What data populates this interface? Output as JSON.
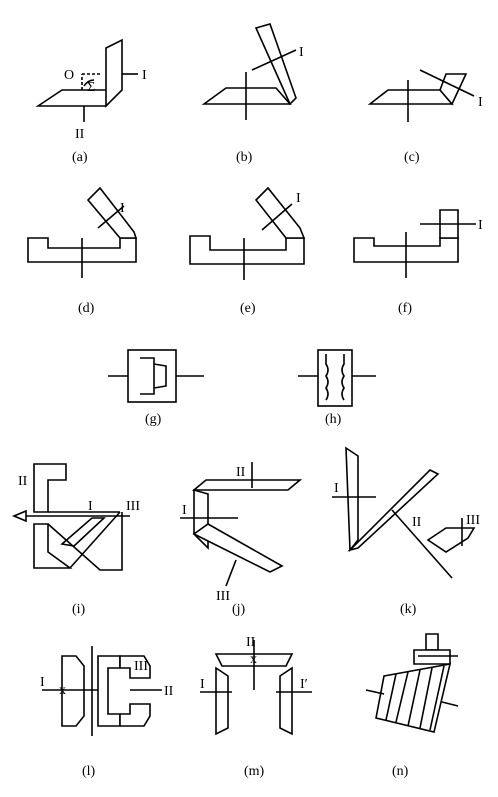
{
  "panels": [
    {
      "id": "a",
      "caption": "(a)",
      "labels": [
        "O",
        "Σ",
        "I",
        "II"
      ]
    },
    {
      "id": "b",
      "caption": "(b)",
      "labels": [
        "I"
      ]
    },
    {
      "id": "c",
      "caption": "(c)",
      "labels": [
        "I"
      ]
    },
    {
      "id": "d",
      "caption": "(d)",
      "labels": [
        "I"
      ]
    },
    {
      "id": "e",
      "caption": "(e)",
      "labels": [
        "I"
      ]
    },
    {
      "id": "f",
      "caption": "(f)",
      "labels": [
        "I"
      ]
    },
    {
      "id": "g",
      "caption": "(g)",
      "labels": []
    },
    {
      "id": "h",
      "caption": "(h)",
      "labels": []
    },
    {
      "id": "i",
      "caption": "(i)",
      "labels": [
        "II",
        "I",
        "III"
      ]
    },
    {
      "id": "j",
      "caption": "(j)",
      "labels": [
        "II",
        "I",
        "III"
      ]
    },
    {
      "id": "k",
      "caption": "(k)",
      "labels": [
        "I",
        "II",
        "III"
      ]
    },
    {
      "id": "l",
      "caption": "(l)",
      "labels": [
        "I",
        "III",
        "II"
      ]
    },
    {
      "id": "m",
      "caption": "(m)",
      "labels": [
        "II",
        "I",
        "I′"
      ]
    },
    {
      "id": "n",
      "caption": "(n)",
      "labels": []
    }
  ]
}
